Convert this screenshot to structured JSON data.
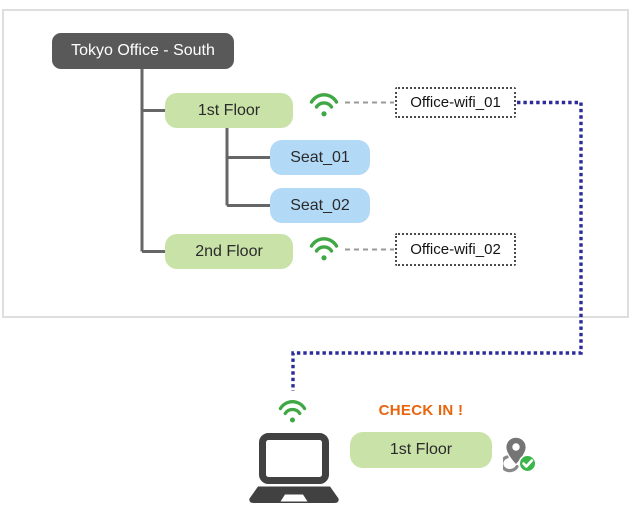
{
  "diagram": {
    "root": {
      "label": "Tokyo Office - South"
    },
    "floors": [
      {
        "label": "1st Floor",
        "wifi_label": "Office-wifi_01",
        "seats": [
          "Seat_01",
          "Seat_02"
        ]
      },
      {
        "label": "2nd Floor",
        "wifi_label": "Office-wifi_02",
        "seats": []
      }
    ]
  },
  "checkin": {
    "title": "CHECK IN !",
    "floor_label": "1st Floor"
  },
  "icons": {
    "wifi": "wifi-icon",
    "laptop": "laptop-icon",
    "location_pin": "location-pin-check-icon"
  },
  "colors": {
    "root_node_bg": "#595959",
    "floor_node_bg": "#c9e2a8",
    "seat_node_bg": "#b2d9f6",
    "wifi_green": "#3fa845",
    "checkin_orange": "#e8650d",
    "connection_path_blue": "#2b2b9b",
    "tree_line_gray": "#666666",
    "dashed_link_gray": "#9a9a9a"
  }
}
